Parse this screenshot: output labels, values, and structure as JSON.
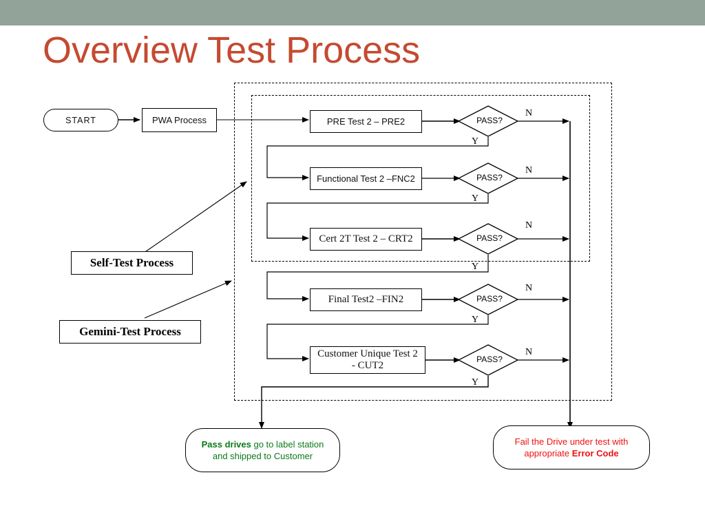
{
  "slide": {
    "title": "Overview Test Process",
    "title_color": "#c44a31",
    "header_bar_color": "#92a399"
  },
  "flowchart": {
    "type": "flowchart",
    "start_node": {
      "label": "START",
      "shape": "rounded-terminal"
    },
    "pre_process": {
      "label": "PWA Process",
      "shape": "process"
    },
    "group_labels": [
      {
        "id": "self-test",
        "label": "Self-Test Process"
      },
      {
        "id": "gemini-test",
        "label": "Gemini-Test Process"
      }
    ],
    "decision_label": "PASS?",
    "branch_yes": "Y",
    "branch_no": "N",
    "test_steps": [
      {
        "id": "pre2",
        "label": "PRE Test 2 – PRE2",
        "group": "self-test",
        "font": "sans"
      },
      {
        "id": "fnc2",
        "label": "Functional Test 2 –FNC2",
        "group": "self-test",
        "font": "sans"
      },
      {
        "id": "crt2",
        "label": "Cert 2T Test 2 – CRT2",
        "group": "self-test",
        "font": "serif"
      },
      {
        "id": "fin2",
        "label": "Final Test2 –FIN2",
        "group": "gemini-test",
        "font": "serif"
      },
      {
        "id": "cut2",
        "label": "Customer Unique Test 2",
        "label_line2": "- CUT2",
        "group": "gemini-test",
        "font": "serif"
      }
    ],
    "outcomes": [
      {
        "id": "pass-outcome",
        "color": "#0a7a16",
        "bold_text": "Pass drives",
        "rest_text": " go to label station and shipped to Customer"
      },
      {
        "id": "fail-outcome",
        "color": "#ee1111",
        "lead_text": "Fail the Drive under test with appropriate ",
        "bold_text": "Error Code"
      }
    ]
  }
}
